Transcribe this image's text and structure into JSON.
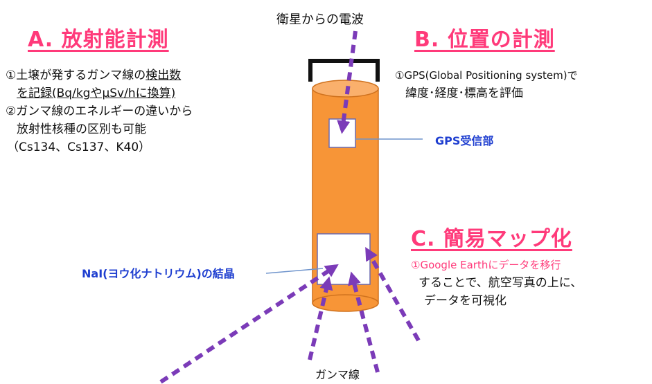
{
  "top_label": "衛星からの電波",
  "section_a": {
    "title": "A. 放射能計測",
    "lines": [
      {
        "pre": "①土壌が発する",
        "mark": "ガンマ線",
        "mid": "の",
        "u": "検出数"
      },
      {
        "u": "を記録(Bq/kgやμSv/hに換算)"
      },
      {
        "text": "②ガンマ線のエネルギーの違いから"
      },
      {
        "text": "放射性核種の区別も可能"
      },
      {
        "text": "（Cs134、Cs137、K40）"
      }
    ]
  },
  "section_b": {
    "title": "B. 位置の計測",
    "lines": [
      "①GPS(Global Positioning system)で",
      "緯度･経度･標高を評価"
    ]
  },
  "section_c": {
    "title": "C. 簡易マップ化",
    "lines": [
      "①Google Earthにデータを移行",
      "することで、航空写真の上に、",
      "データを可視化"
    ]
  },
  "labels": {
    "gps_receiver": "GPS受信部",
    "nai_crystal": "NaI(ヨウ化ナトリウム)の結晶",
    "gamma_rays": "ガンマ線"
  },
  "colors": {
    "heading": "#ff3a7a",
    "cylinder": "#f79537",
    "arrows": "#7b3bb8",
    "label_blue": "#1f3fd0",
    "c_line1": "#ff3a7a"
  }
}
